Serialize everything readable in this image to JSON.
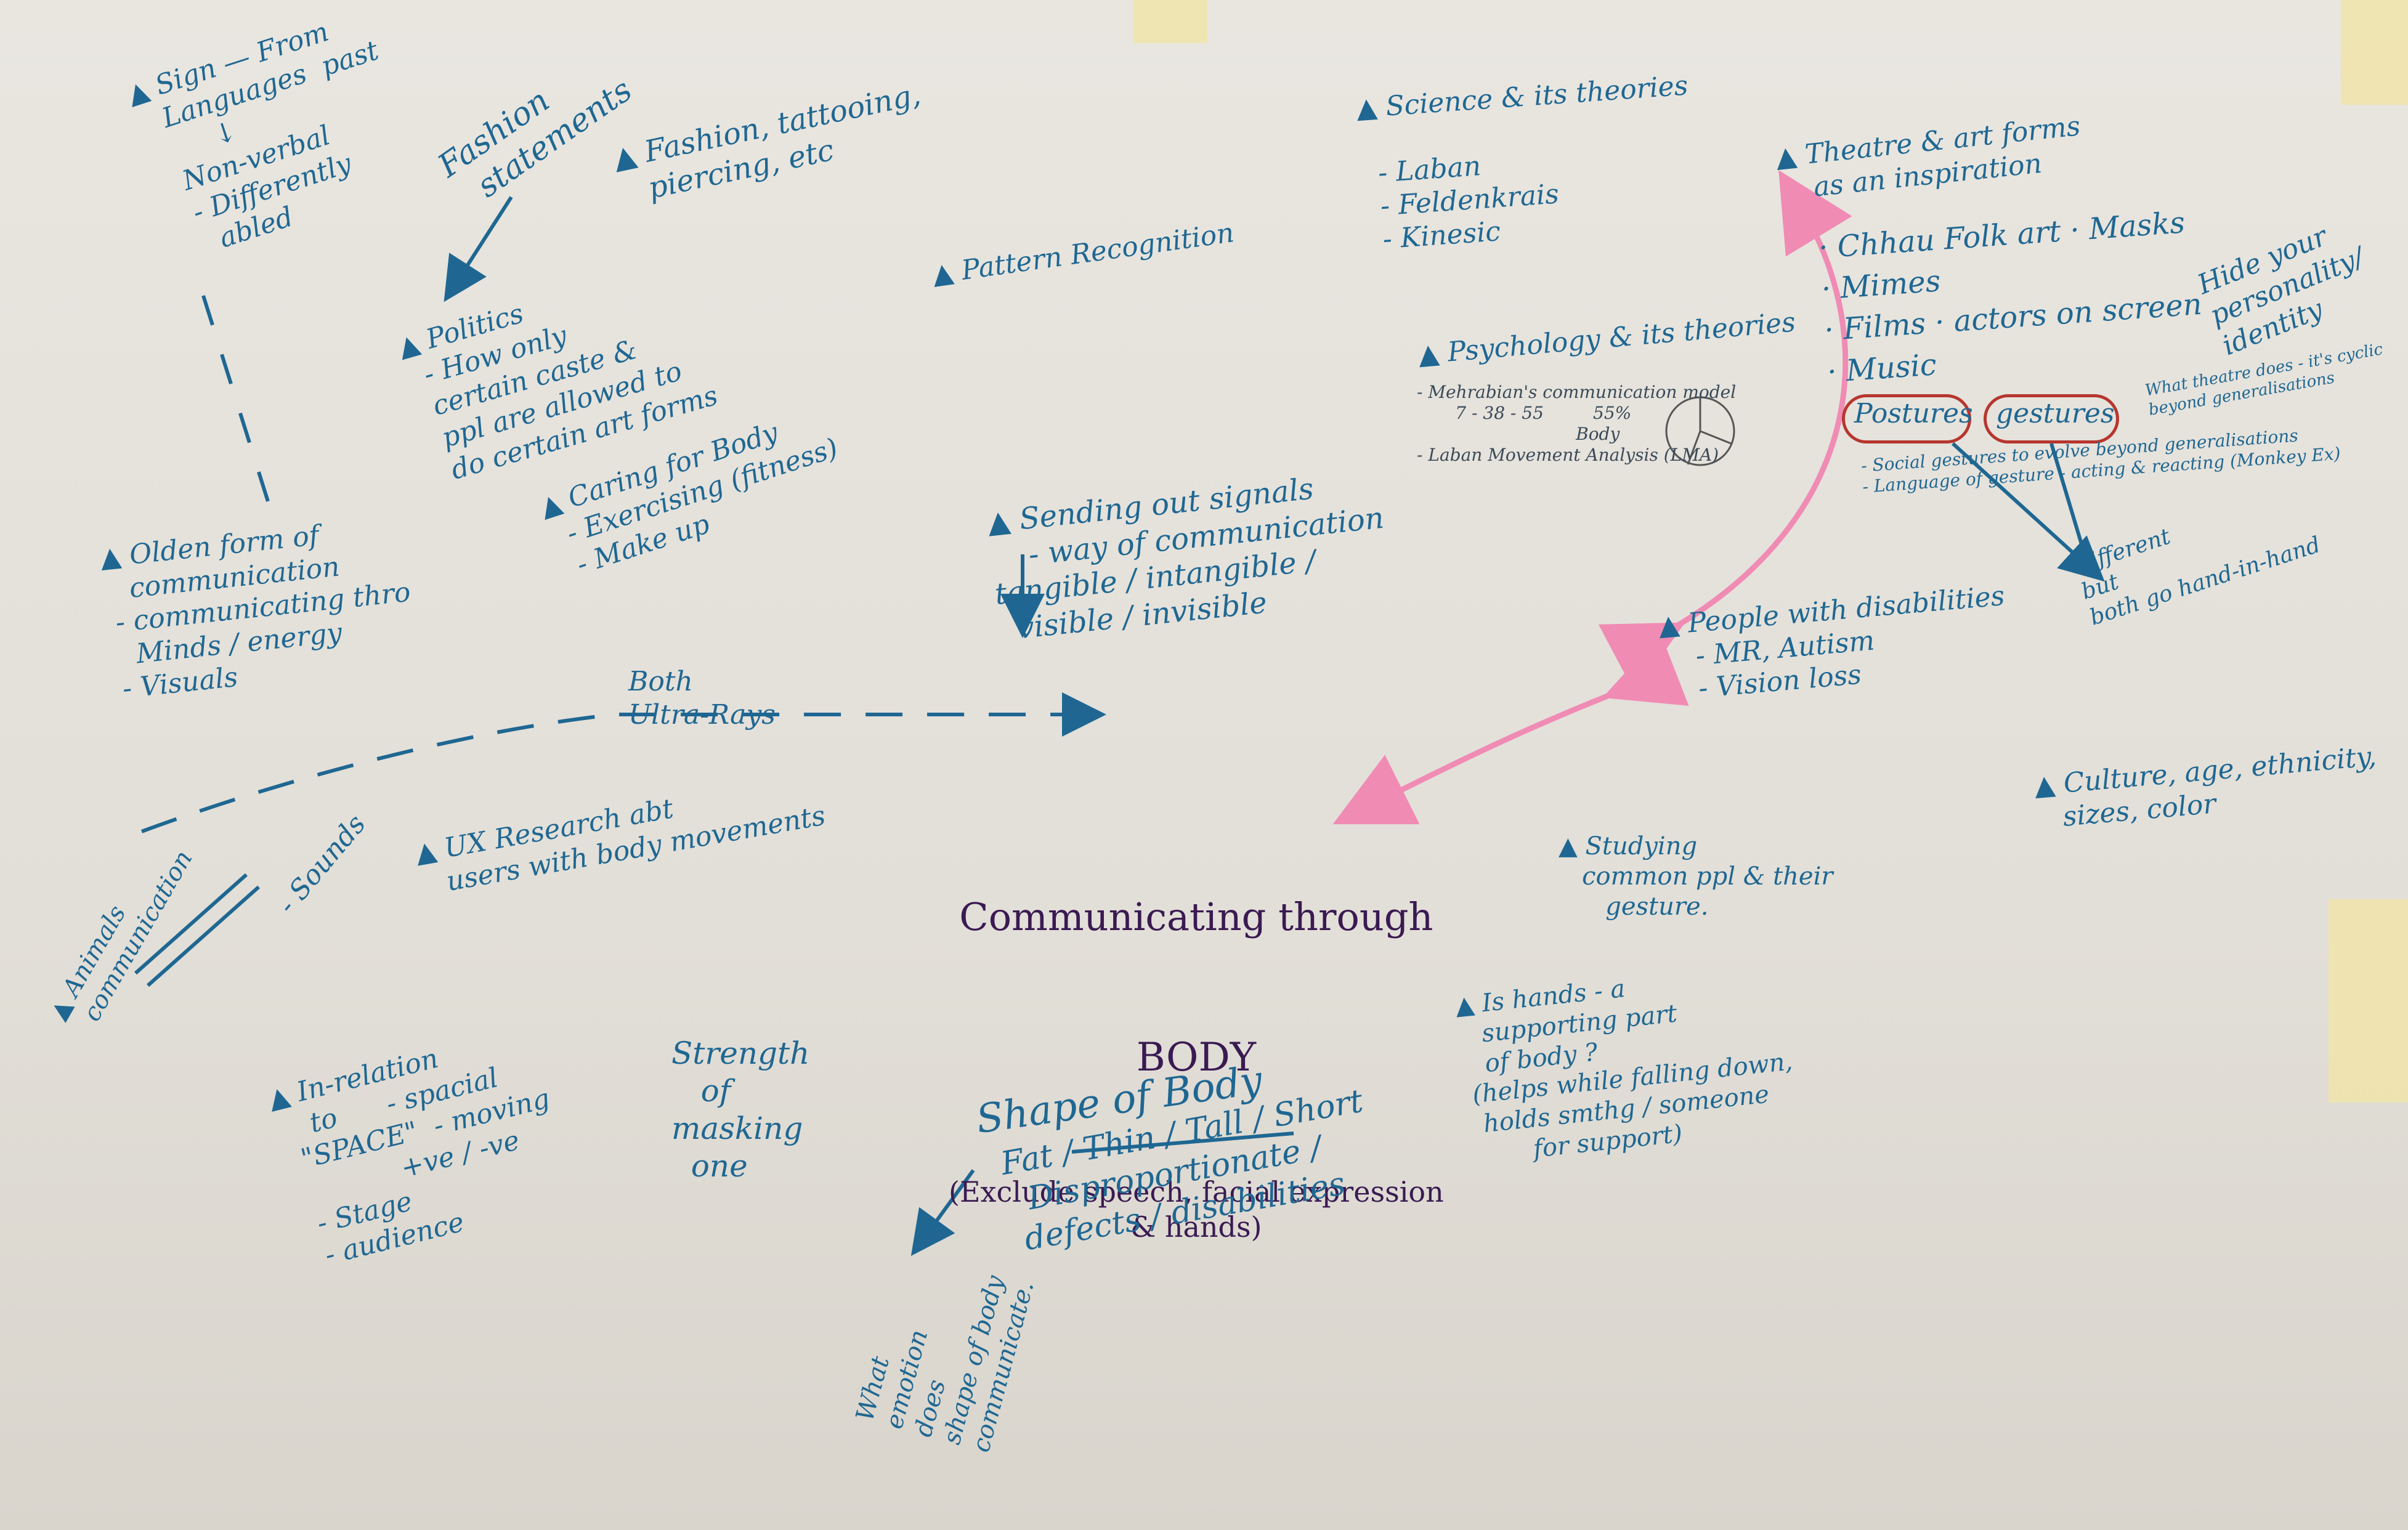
{
  "center": {
    "title": "Communicating through",
    "body": "BODY",
    "exclude": "(Exclude speech, facial expression\n& hands)"
  },
  "notes": {
    "sign_languages": "▲ Sign — From\n   Languages  past\n        ↓\n   Non-verbal\n   - Differently\n     abled",
    "fashion": "Fashion\n  statements",
    "fashion_tattoo": "▲ Fashion, tattooing,\n   piercing, etc",
    "politics": "▲ Politics\n  - How only\n  certain caste &\n  ppl are allowed to\n  do certain art forms",
    "caring": "▲ Caring for Body\n  - Exercising (fitness)\n  - Make up",
    "pattern": "▲ Pattern Recognition",
    "olden": "▲ Olden form of\n   communication\n - communicating thro\n   Minds / energy\n - Visuals",
    "sending": "▲ Sending out signals\n    - way of communication\ntangible / intangible /\n  visible / invisible",
    "both_rays": "Both\nUltra-Rays",
    "science": "▲ Science & its theories\n\n  - Laban\n  - Feldenkrais\n  - Kinesic",
    "psychology": "▲ Psychology & its theories",
    "mehrabian": "- Mehrabian's communication model\n       7 - 38 - 55         55%\n                             Body\n- Laban Movement Analysis (LMA)",
    "theatre": "▲ Theatre & art forms\n    as an inspiration",
    "theatre_items": "· Chhau Folk art · Masks\n· Mimes\n· Films · actors on screen\n· Music",
    "hide": "Hide your\npersonality/\nidentity",
    "postures": "Postures",
    "gestures": "gestures",
    "theatre_note": "What theatre does - it's cyclic\nbeyond generalisations",
    "social": "- Social gestures to evolve beyond generalisations\n- Language of gesture - acting & reacting (Monkey Ex)",
    "different": "Different\nbut\nboth go hand-in-hand",
    "disabilities": "▲ People with disabilities\n    - MR, Autism\n    - Vision loss",
    "culture": "▲ Culture, age, ethnicity,\n   sizes, color",
    "animals": "▲ Animals\n  communication",
    "sounds": "- Sounds",
    "ux": "▲ UX Research abt\n   users with body movements",
    "studying": "▲ Studying\n   common ppl & their\n      gesture.",
    "hands": "▲ Is hands - a\n   supporting part\n   of body ?\n (helps while falling down,\n  holds smthg / someone\n        for support)",
    "space": "▲ In-relation\n    to      - spacial\n  \"SPACE\"  - moving\n             +ve / -ve\n  - Stage\n  - audience",
    "strength": "Strength\n   of\nmasking\n  one",
    "shape": "Shape of Body",
    "shape_types": "Fat / Thin / Tall / Short\n  Disproportionate /\n defects / disabilities",
    "emotion": "What\nemotion\ndoes\nshape of body\ncommunicate."
  },
  "colors": {
    "ink_blue": "#1f6792",
    "ink_purple": "#3a1a52",
    "ink_red": "#b6362f",
    "ink_pink": "#f08bb4",
    "tape": "#f0e4aa"
  }
}
